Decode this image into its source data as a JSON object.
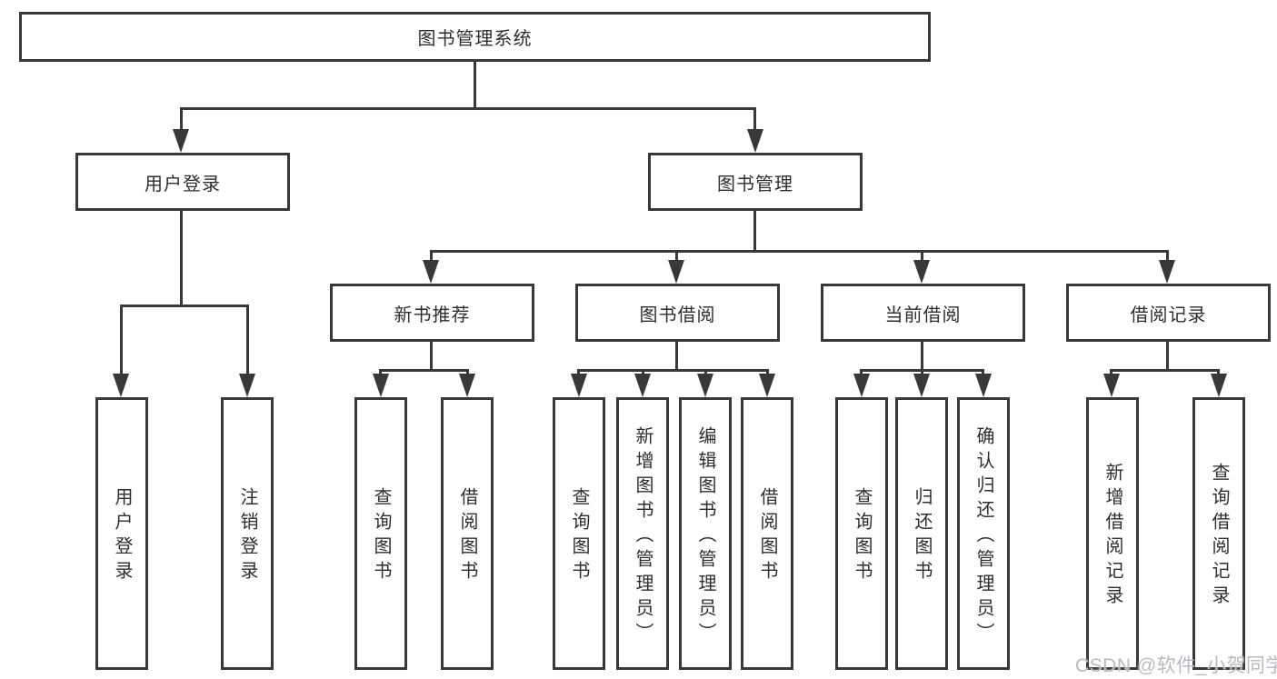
{
  "diagram": {
    "title": {
      "label": "图书管理系统"
    },
    "level2": [
      {
        "id": "user-login",
        "label": "用户登录",
        "parent": "图书管理系统"
      },
      {
        "id": "book-mgmt",
        "label": "图书管理",
        "parent": "图书管理系统"
      }
    ],
    "level3": [
      {
        "id": "new-book-recommend",
        "label": "新书推荐",
        "parent": "图书管理"
      },
      {
        "id": "book-borrow",
        "label": "图书借阅",
        "parent": "图书管理"
      },
      {
        "id": "current-borrow",
        "label": "当前借阅",
        "parent": "图书管理"
      },
      {
        "id": "borrow-records",
        "label": "借阅记录",
        "parent": "图书管理"
      }
    ],
    "leaves": [
      {
        "id": "leaf-user-login",
        "label": "用户登录",
        "parent": "用户登录"
      },
      {
        "id": "leaf-logout",
        "label": "注销登录",
        "parent": "用户登录"
      },
      {
        "id": "leaf-nb-query",
        "label": "查询图书",
        "parent": "新书推荐"
      },
      {
        "id": "leaf-nb-borrow",
        "label": "借阅图书",
        "parent": "新书推荐"
      },
      {
        "id": "leaf-bb-query",
        "label": "查询图书",
        "parent": "图书借阅"
      },
      {
        "id": "leaf-bb-add",
        "label": "新增图书（管理员）",
        "parent": "图书借阅"
      },
      {
        "id": "leaf-bb-edit",
        "label": "编辑图书（管理员）",
        "parent": "图书借阅"
      },
      {
        "id": "leaf-bb-borrow",
        "label": "借阅图书",
        "parent": "图书借阅"
      },
      {
        "id": "leaf-cb-query",
        "label": "查询图书",
        "parent": "当前借阅"
      },
      {
        "id": "leaf-cb-return",
        "label": "归还图书",
        "parent": "当前借阅"
      },
      {
        "id": "leaf-cb-confirm",
        "label": "确认归还（管理员）",
        "parent": "当前借阅"
      },
      {
        "id": "leaf-br-add",
        "label": "新增借阅记录",
        "parent": "借阅记录"
      },
      {
        "id": "leaf-br-query",
        "label": "查询借阅记录",
        "parent": "借阅记录"
      }
    ],
    "line_color": "#3a3a3a"
  },
  "watermark": {
    "text": "CSDN @软件_小贺同学",
    "color": "#b6bbc2"
  }
}
